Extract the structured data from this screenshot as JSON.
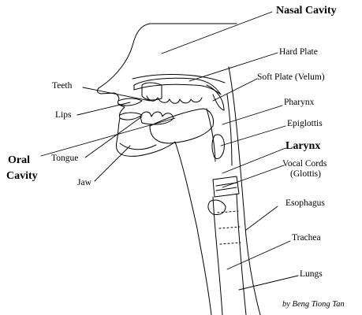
{
  "labels": {
    "nasal_cavity": "Nasal Cavity",
    "hard_plate": "Hard Plate",
    "soft_plate": "Soft Plate (Velum)",
    "teeth": "Teeth",
    "pharynx": "Pharynx",
    "lips": "Lips",
    "epiglottis": "Epiglottis",
    "oral_cavity_1": "Oral",
    "oral_cavity_2": "Cavity",
    "larynx": "Larynx",
    "tongue": "Tongue",
    "vocal_cords_1": "Vocal Cords",
    "vocal_cords_2": "(Glottis)",
    "jaw": "Jaw",
    "esophagus": "Esophagus",
    "trachea": "Trachea",
    "lungs": "Lungs",
    "credit": "by Beng Tiong Tan"
  },
  "colors": {
    "ink": "#000000",
    "background": "#ffffff"
  }
}
